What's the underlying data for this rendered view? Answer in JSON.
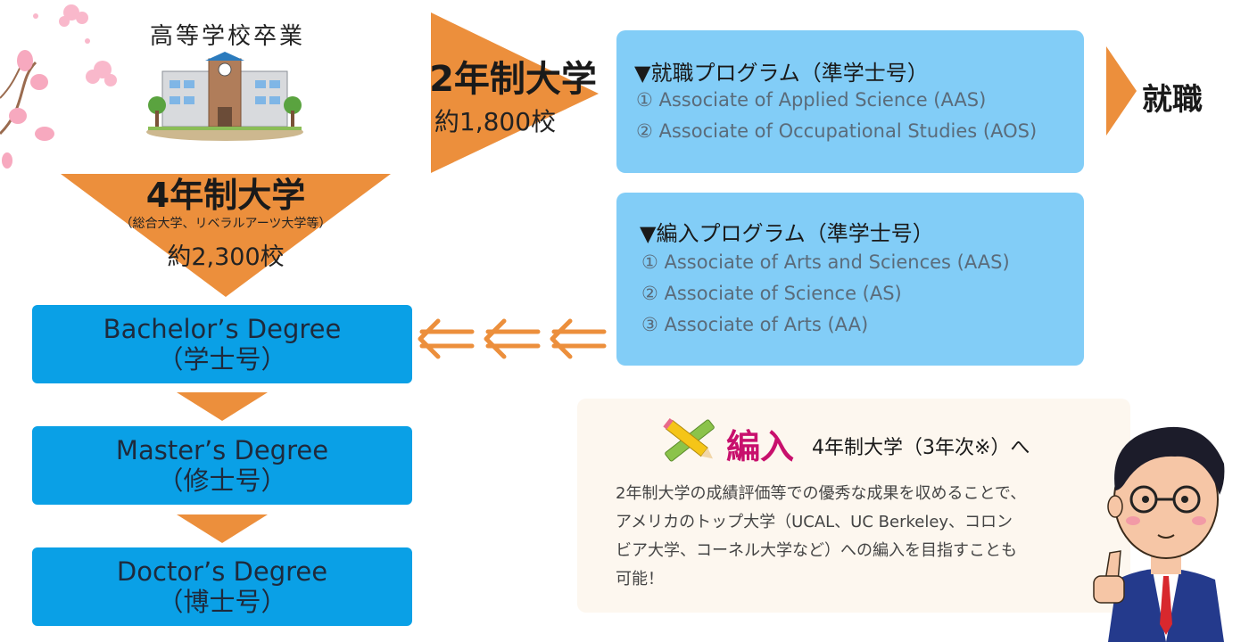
{
  "graduation": {
    "title": "高等学校卒業"
  },
  "four_year": {
    "title": "4年制大学",
    "subtitle": "（総合大学、リベラルアーツ大学等）",
    "count": "約2,300校"
  },
  "two_year": {
    "title": "2年制大学",
    "count": "約1,800校"
  },
  "degrees": {
    "bachelor": {
      "name": "Bachelor’s Degree",
      "ja": "（学士号）"
    },
    "master": {
      "name": "Master’s Degree",
      "ja": "（修士号）"
    },
    "doctor": {
      "name": "Doctor’s Degree",
      "ja": "（博士号）"
    }
  },
  "employment_program": {
    "title": "▼就職プログラム（準学士号）",
    "items": [
      "① Associate of Applied Science (AAS)",
      "② Associate of Occupational Studies (AOS)"
    ]
  },
  "transfer_program": {
    "title": "▼編入プログラム（準学士号）",
    "items": [
      "① Associate of Arts and Sciences (AAS)",
      "② Associate of Science (AS)",
      "③ Associate of Arts (AA)"
    ]
  },
  "employment": {
    "label": "就職"
  },
  "transfer": {
    "title": "編入",
    "subtitle": "4年制大学（3年次※）へ",
    "body_lines": [
      "2年制大学の成績評価等での優秀な成果を収めることで、",
      "アメリカのトップ大学（UCAL、UC Berkeley、コロン",
      "ビア大学、コーネル大学など）への編入を目指すことも",
      "可能！"
    ]
  },
  "colors": {
    "orange": "#ec8f3c",
    "degree_blue": "#0aa0e6",
    "program_blue": "#82cdf7",
    "transfer_accent": "#c8106d",
    "card_bg": "#fdf7ef"
  },
  "icons": [
    "cherry-blossom-icon",
    "school-building-icon",
    "pencil-ruler-icon",
    "teacher-illustration",
    "double-left-arrow-icon"
  ]
}
